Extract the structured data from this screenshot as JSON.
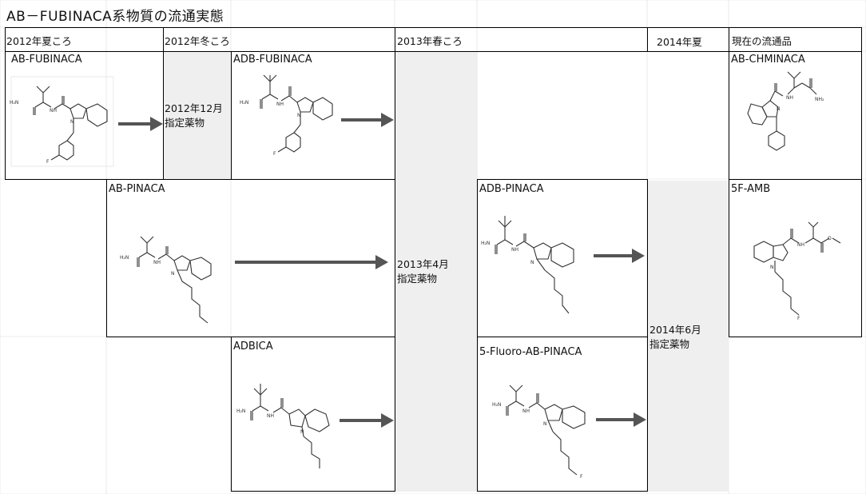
{
  "title": "AB－FUBINACA系物質の流通実態",
  "header": {
    "col1": "2012年夏ころ",
    "col2": "2012年冬ころ",
    "col3": "2013年春ころ",
    "col4": "2014年夏",
    "col5": "現在の流通品"
  },
  "compounds": {
    "ab_fubinaca": "AB-FUBINACA",
    "adb_fubinaca": "ADB-FUBINACA",
    "ab_pinaca": "AB-PINACA",
    "adbica": "ADBICA",
    "adb_pinaca": "ADB-PINACA",
    "fluoro_ab_pinaca": "5-Fluoro-AB-PINACA",
    "ab_chminaca": "AB-CHMINACA",
    "five_f_amb": "5F-AMB"
  },
  "regulations": {
    "dec_2012": {
      "date": "2012年12月",
      "status": "指定薬物"
    },
    "apr_2013": {
      "date": "2013年4月",
      "status": "指定薬物"
    },
    "jun_2014": {
      "date": "2014年6月",
      "status": "指定薬物"
    }
  },
  "atoms": {
    "nh2": "NH₂",
    "h2n": "H₂N",
    "nh": "NH",
    "n": "N",
    "o": "O",
    "f": "F"
  },
  "colors": {
    "arrow": "#555555",
    "shade": "#efefef",
    "border": "#000000",
    "grid": "#dddddd"
  }
}
